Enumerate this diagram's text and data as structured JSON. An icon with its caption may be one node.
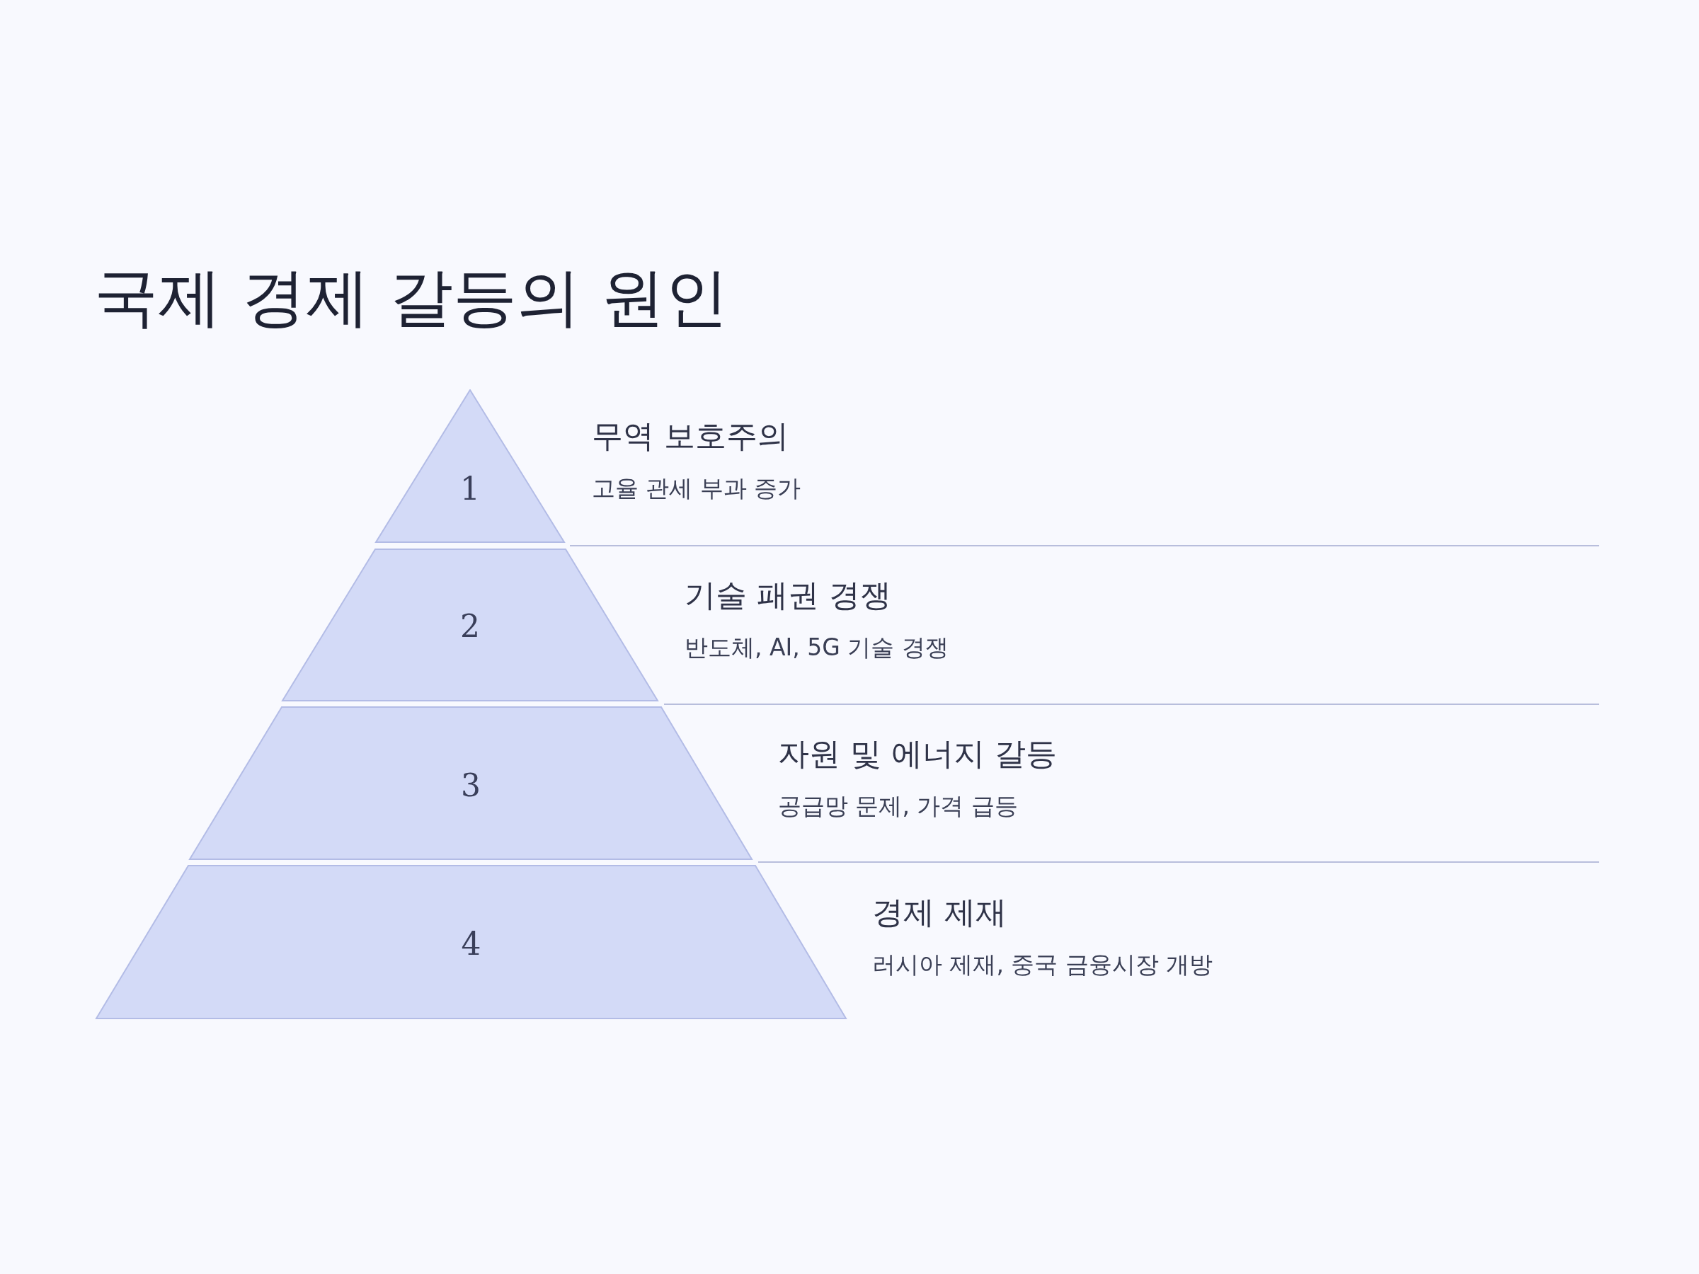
{
  "diagram": {
    "title": "국제 경제 갈등의 원인",
    "nodes": [
      {
        "text": [
          "1"
        ],
        "beside": [
          "무역 보호주의",
          "고율 관세 부과 증가"
        ]
      },
      {
        "text": [
          "2"
        ],
        "beside": [
          "기술 패권 경쟁",
          "반도체, AI, 5G 기술 경쟁"
        ]
      },
      {
        "text": [
          "3"
        ],
        "beside": [
          "자원 및 에너지 갈등",
          "공급망 문제, 가격 급등"
        ]
      },
      {
        "text": [
          "4"
        ],
        "beside": [
          "경제 제재",
          "러시아 제재, 중국 금융시장 개방"
        ]
      }
    ],
    "edges": []
  }
}
